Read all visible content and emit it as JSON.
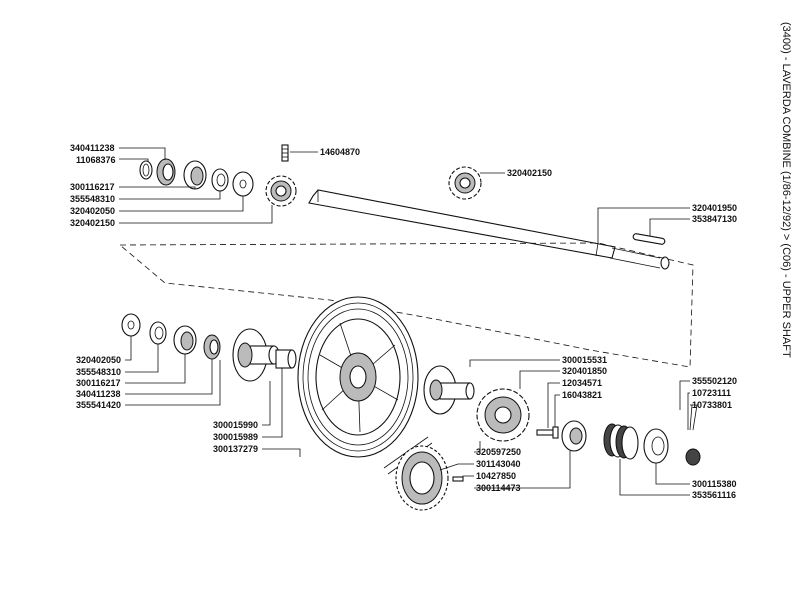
{
  "title": "(3400) - LAVERDA COMBINE (1/86-12/92) > (C06) - UPPER SHAFT",
  "labels": {
    "p340411238a": "340411238",
    "p11068376": "11068376",
    "p14604870": "14604870",
    "p320402150a": "320402150",
    "p300116217a": "300116217",
    "p355548310a": "355548310",
    "p320402050a": "320402050",
    "p320402150b": "320402150",
    "p320401950": "320401950",
    "p353847130": "353847130",
    "p320402050b": "320402050",
    "p355548310b": "355548310",
    "p300116217b": "300116217",
    "p340411238b": "340411238",
    "p355541420": "355541420",
    "p300015990": "300015990",
    "p300015989": "300015989",
    "p300137279": "300137279",
    "p300015531": "300015531",
    "p320401850": "320401850",
    "p12034571": "12034571",
    "p16043821": "16043821",
    "p320597250": "320597250",
    "p301143040": "301143040",
    "p10427850": "10427850",
    "p300114473": "300114473",
    "p355502120": "355502120",
    "p10723111": "10723111",
    "p10733801": "10733801",
    "p300115380": "300115380",
    "p353561116": "353561116"
  }
}
